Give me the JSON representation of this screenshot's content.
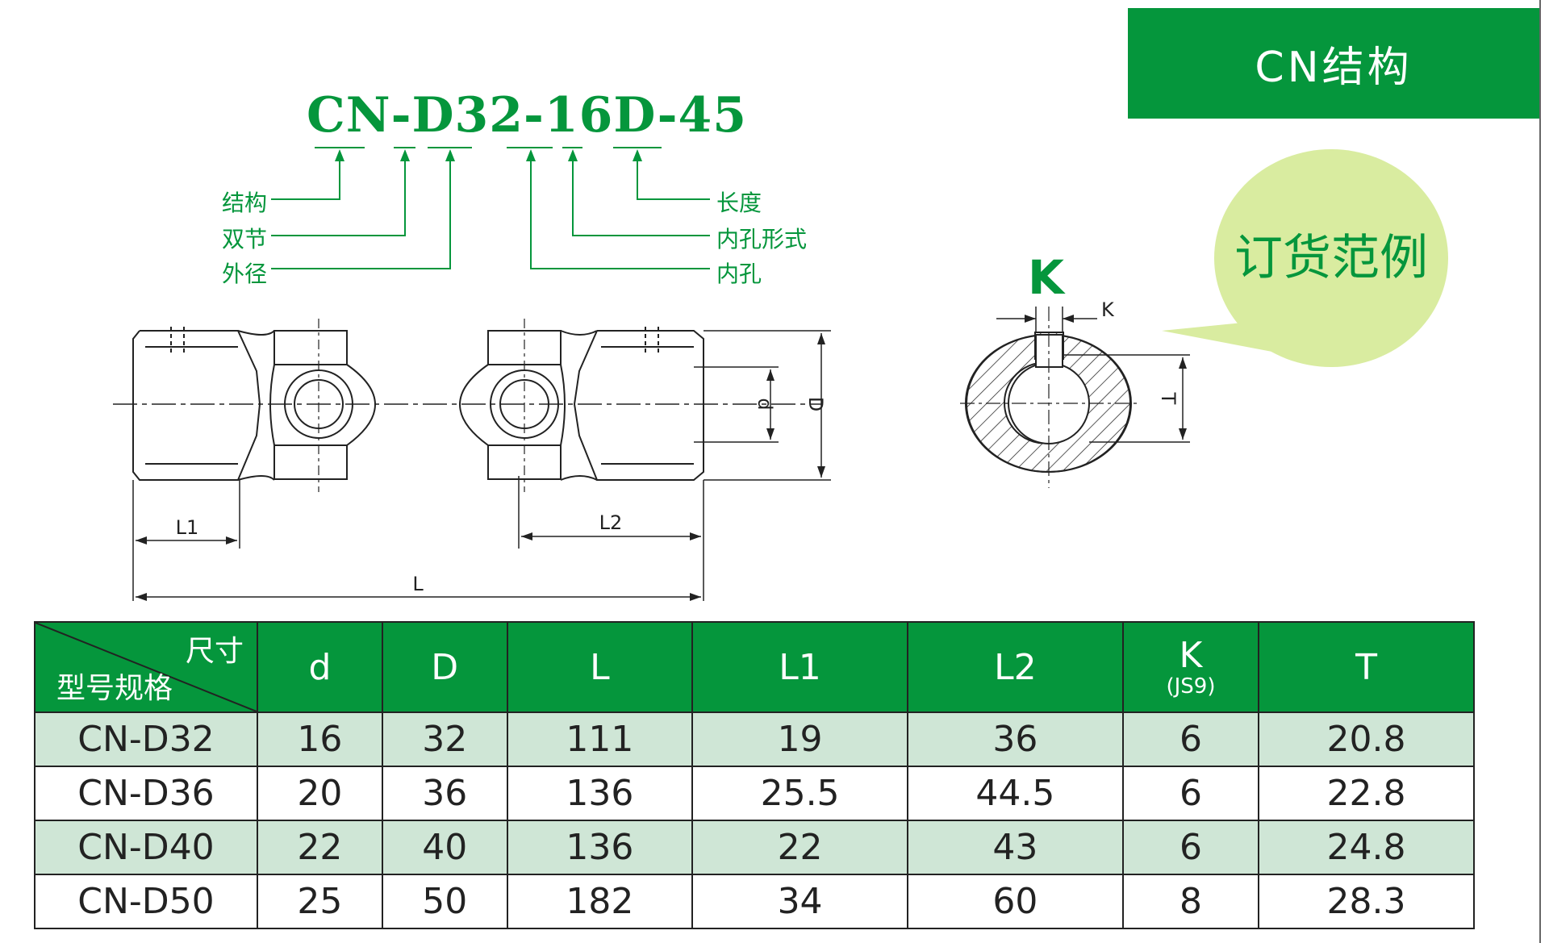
{
  "header": {
    "title": "CN结构"
  },
  "example": {
    "label": "订货范例"
  },
  "code": {
    "text": "CN-D32-16D-45",
    "callouts": {
      "structure": "结构",
      "double_joint": "双节",
      "outer_diameter": "外径",
      "length": "长度",
      "bore_type": "内孔形式",
      "bore": "内孔"
    }
  },
  "drawing": {
    "dims": {
      "L1": "L1",
      "L2": "L2",
      "L": "L",
      "d": "d",
      "D": "D"
    },
    "section": {
      "K_big": "K",
      "K_small": "K",
      "T": "T"
    }
  },
  "table": {
    "corner_top": "尺寸",
    "corner_bottom": "型号规格",
    "headers": [
      "d",
      "D",
      "L",
      "L1",
      "L2",
      "K",
      "T"
    ],
    "k_sub": "JS9",
    "rows": [
      [
        "CN-D32",
        "16",
        "32",
        "111",
        "19",
        "36",
        "6",
        "20.8"
      ],
      [
        "CN-D36",
        "20",
        "36",
        "136",
        "25.5",
        "44.5",
        "6",
        "22.8"
      ],
      [
        "CN-D40",
        "22",
        "40",
        "136",
        "22",
        "43",
        "6",
        "24.8"
      ],
      [
        "CN-D50",
        "25",
        "50",
        "182",
        "34",
        "60",
        "8",
        "28.3"
      ]
    ]
  },
  "colors": {
    "brand_green": "#05963c",
    "bubble": "#d9eca0",
    "row_shade": "#cfe6d6"
  }
}
